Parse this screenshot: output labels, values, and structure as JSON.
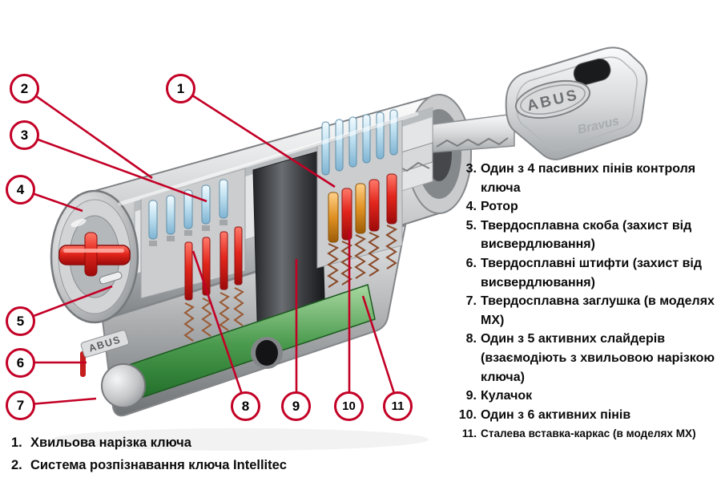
{
  "colors": {
    "accent_red": "#c30026",
    "steel_green": "#4b9b4f",
    "pin_blue": "#bfe0f0",
    "pin_red": "#e2261c",
    "pin_orange": "#e09123"
  },
  "callouts": [
    "1",
    "2",
    "3",
    "4",
    "5",
    "6",
    "7",
    "8",
    "9",
    "10",
    "11"
  ],
  "diagram": {
    "key_brand": "ABUS",
    "key_model": "Bravus",
    "body_brand": "ABUS"
  },
  "legend_right": [
    {
      "num": "3.",
      "text": "Один з 4 пасивних пінів контроля ключа"
    },
    {
      "num": "4.",
      "text": "Ротор"
    },
    {
      "num": "5.",
      "text": "Твердосплавна скоба (захист від висвердлювання)"
    },
    {
      "num": "6.",
      "text": "Твердосплавні штифти (захист від висвердлювання)"
    },
    {
      "num": "7.",
      "text": "Твердосплавна заглушка (в моделях MX)"
    },
    {
      "num": "8.",
      "text": "Один з 5 активних слайдерів (взаємодіють з хвильовою нарізкою ключа)"
    },
    {
      "num": "9.",
      "text": "Кулачок"
    },
    {
      "num": "10.",
      "text": "Один з 6 активних пінів"
    },
    {
      "num": "11.",
      "text": "Сталева вставка-каркас (в моделях MX)"
    }
  ],
  "legend_bottom": [
    {
      "num": "1.",
      "text": "Хвильова нарізка ключа"
    },
    {
      "num": "2.",
      "text": "Система розпізнавання ключа Intellitec"
    }
  ]
}
